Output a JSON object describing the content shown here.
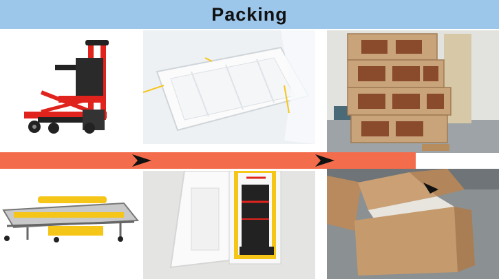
{
  "header": {
    "title": "Packing",
    "background": "#9cc6ea"
  },
  "panels": [
    {
      "id": "stair-chair-red",
      "icon": "stair-chair-icon"
    },
    {
      "id": "foam-mould-wrapped",
      "icon": "foam-mould-icon"
    },
    {
      "id": "wooden-crates-stacked",
      "icon": "wooden-crate-icon"
    },
    {
      "id": "stretcher-yellow",
      "icon": "stretcher-icon"
    },
    {
      "id": "foam-with-chair",
      "icon": "foam-packed-chair-icon"
    },
    {
      "id": "carton-box-open",
      "icon": "carton-box-icon"
    }
  ],
  "colors": {
    "arrow_band": "#f36c4b",
    "arrow_head": "#111111",
    "accent_red": "#e0241d",
    "accent_yellow": "#f5c518"
  }
}
